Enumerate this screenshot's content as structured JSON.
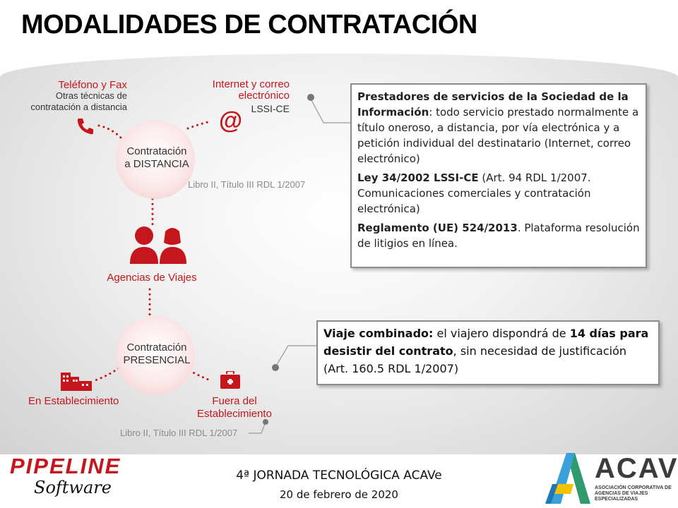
{
  "title": "MODALIDADES DE CONTRATACIÓN",
  "diagram": {
    "telefono": "Teléfono y Fax",
    "otras": "Otras técnicas de contratación a distancia",
    "internet": "Internet y correo electrónico",
    "lssi": "LSSI-CE",
    "contratacion_distancia_1": "Contratación",
    "contratacion_distancia_2": "a DISTANCIA",
    "libro_1": "Libro II, Título III RDL 1/2007",
    "agencias": "Agencias de Viajes",
    "contratacion_presencial_1": "Contratación",
    "contratacion_presencial_2": "PRESENCIAL",
    "en_establecimiento": "En Establecimiento",
    "fuera_1": "Fuera del",
    "fuera_2": "Establecimiento",
    "libro_2": "Libro II, Título III RDL 1/2007"
  },
  "box1": {
    "p1_bold": "Prestadores de servicios de la Sociedad de la Información",
    "p1_rest": ": todo servicio prestado normalmente a título oneroso, a distancia, por vía electrónica y a petición individual del destinatario (Internet, correo electrónico)",
    "p2_bold": "Ley 34/2002 LSSI-CE",
    "p2_rest": " (Art. 94 RDL 1/2007. Comunicaciones comerciales y contratación electrónica)",
    "p3_bold": "Reglamento (UE) 524/2013",
    "p3_rest": ". Plataforma resolución de litigios en línea."
  },
  "box2": {
    "b1": "Viaje combinado:",
    "t1": " el viajero dispondrá de ",
    "b2": "14 días para desistir del contrato",
    "t2": ", sin necesidad de justificación (Art. 160.5 RDL 1/2007)"
  },
  "footer": {
    "pipeline": "PIPELINE",
    "software": "Software",
    "jornada": "4ª JORNADA TECNOLÓGICA ACAVe",
    "fecha": "20 de febrero de 2020",
    "acave": "ACAVE",
    "acave_sub": "ASOCIACIÓN CORPORATIVA DE AGENCIAS DE VIAJES ESPECIALIZADAS"
  },
  "colors": {
    "accent": "#c4161c",
    "box_border": "#8c8c8c"
  }
}
